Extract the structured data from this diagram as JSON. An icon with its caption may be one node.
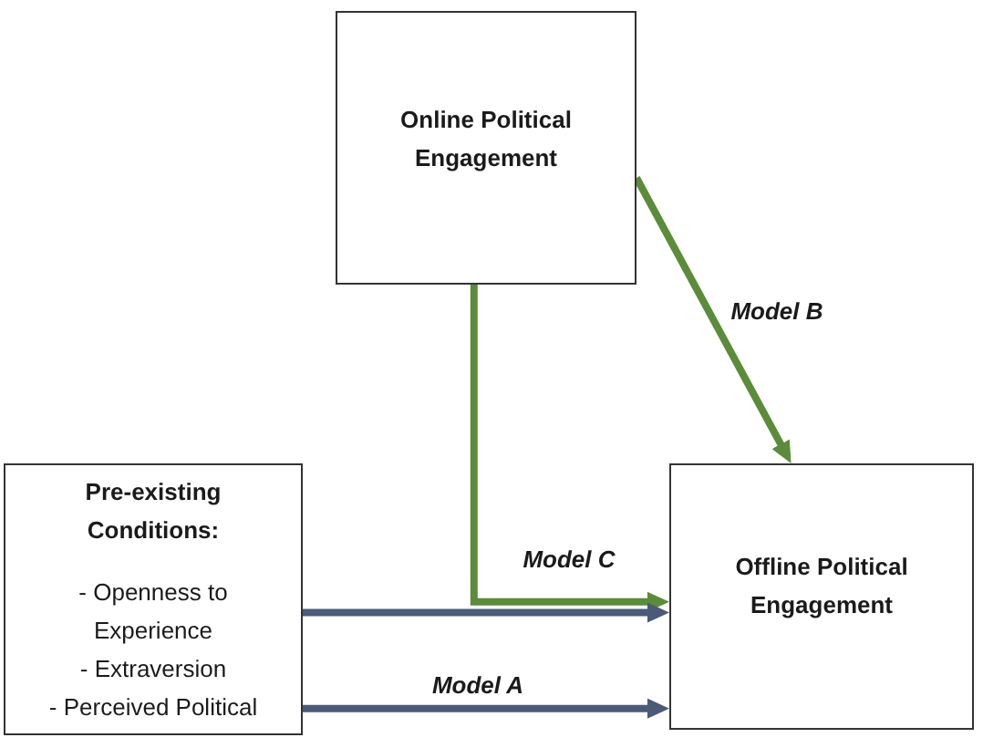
{
  "diagram": {
    "nodes": [
      {
        "text": [
          "Online Political Engagement"
        ]
      },
      {
        "text": [
          "Pre-existing Conditions:",
          "- Openness to Experience",
          "- Extraversion",
          "- Perceived Political"
        ]
      },
      {
        "text": [
          "Offline Political Engagement"
        ]
      }
    ],
    "edges": [
      {
        "from": 0,
        "to": 2,
        "arrow": "to",
        "label": "Model B",
        "color": "#5b8c3a"
      },
      {
        "from": 0,
        "to": 2,
        "arrow": "to",
        "label": "Model C",
        "color": "#5b8c3a"
      },
      {
        "from": 1,
        "to": 2,
        "arrow": "to",
        "color": "#4a5a78"
      },
      {
        "from": 1,
        "to": 2,
        "arrow": "to",
        "label": "Model A",
        "color": "#4a5a78"
      }
    ]
  }
}
